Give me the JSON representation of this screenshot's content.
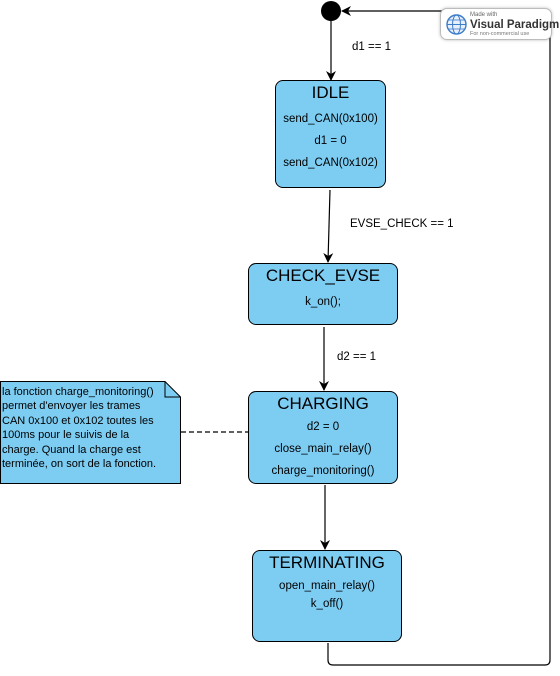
{
  "states": {
    "idle": {
      "title": "IDLE",
      "actions": [
        "send_CAN(0x100)",
        "d1 = 0",
        "send_CAN(0x102)"
      ]
    },
    "check_evse": {
      "title": "CHECK_EVSE",
      "actions": [
        "k_on();"
      ]
    },
    "charging": {
      "title": "CHARGING",
      "actions": [
        "d2 = 0",
        "close_main_relay()",
        "charge_monitoring()"
      ]
    },
    "terminating": {
      "title": "TERMINATING",
      "actions": [
        "open_main_relay()",
        "k_off()"
      ]
    }
  },
  "transitions": {
    "initial_to_idle": "d1 == 1",
    "idle_to_check": "EVSE_CHECK  == 1",
    "check_to_charging": "d2 == 1"
  },
  "note": {
    "lines": [
      "la fonction charge_monitoring()",
      "permet d'envoyer les trames",
      "CAN 0x100 et 0x102 toutes les",
      "100ms pour le suivis de la",
      "charge. Quand la charge est",
      "terminée, on sort  de la fonction."
    ]
  },
  "watermark": {
    "made_with": "Made with",
    "brand": "Visual Paradigm",
    "subtitle": "For non-commercial use"
  },
  "colors": {
    "state_fill": "#7dcdf3",
    "note_fill": "#7dcdf3",
    "line": "#000000"
  }
}
